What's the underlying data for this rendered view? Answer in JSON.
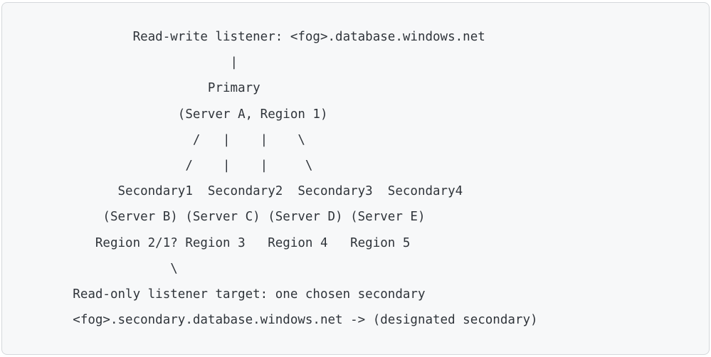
{
  "diagram": {
    "lines": [
      "                Read-write listener: <fog>.database.windows.net",
      "                             |",
      "                          Primary",
      "                      (Server A, Region 1)",
      "                        /   |    |    \\",
      "                       /    |    |     \\",
      "              Secondary1  Secondary2  Secondary3  Secondary4",
      "            (Server B) (Server C) (Server D) (Server E)",
      "           Region 2/1? Region 3   Region 4   Region 5",
      "                     \\",
      "        Read-only listener target: one chosen secondary",
      "        <fog>.secondary.database.windows.net -> (designated secondary)"
    ],
    "entities": {
      "read_write_listener": "Read-write listener: <fog>.database.windows.net",
      "primary": "Primary",
      "primary_detail": "(Server A, Region 1)",
      "secondaries": [
        {
          "name": "Secondary1",
          "server": "(Server B)",
          "region": "Region 2/1?"
        },
        {
          "name": "Secondary2",
          "server": "(Server C)",
          "region": "Region 3"
        },
        {
          "name": "Secondary3",
          "server": "(Server D)",
          "region": "Region 4"
        },
        {
          "name": "Secondary4",
          "server": "(Server E)",
          "region": "Region 5"
        }
      ],
      "read_only_listener": "Read-only listener target: one chosen secondary",
      "read_only_endpoint": "<fog>.secondary.database.windows.net -> (designated secondary)"
    }
  },
  "colors": {
    "block_background": "#f7f8f9",
    "block_border": "#d5d8db",
    "text": "#2f343a"
  }
}
